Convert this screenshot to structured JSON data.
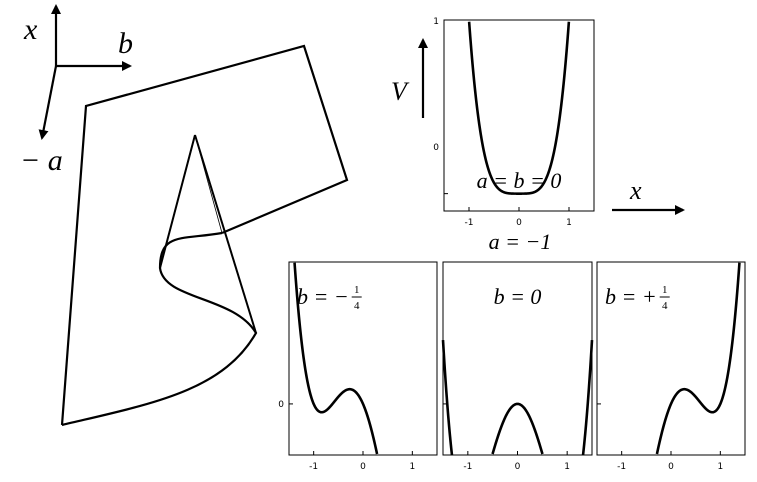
{
  "axes3d": {
    "x_label": "x",
    "b_label": "b",
    "minus_a_label": "− a"
  },
  "top_plot": {
    "potential_label": "V",
    "condition": "a = b = 0",
    "a": 0,
    "b": 0,
    "y_tick_top": "1",
    "y_tick_zero": "0",
    "x_ticks": [
      "-1",
      "0",
      "1"
    ],
    "xlim": [
      -1.5,
      1.5
    ],
    "ylim": [
      -0.1,
      1
    ]
  },
  "x_axis_label": "x",
  "bottom_group": {
    "condition": "a = −1",
    "a": -1,
    "y_tick_zero": "0",
    "x_ticks": [
      "-1",
      "0",
      "1"
    ],
    "xlim": [
      -1.5,
      1.5
    ],
    "ylim": [
      -0.45,
      1.25
    ],
    "panels": [
      {
        "b_text": "b = −",
        "frac_num": "1",
        "frac_den": "4",
        "b": -0.25
      },
      {
        "b_text": "b = 0",
        "frac_num": "",
        "frac_den": "",
        "b": 0
      },
      {
        "b_text": "b = +",
        "frac_num": "1",
        "frac_den": "4",
        "b": 0.25
      }
    ]
  }
}
